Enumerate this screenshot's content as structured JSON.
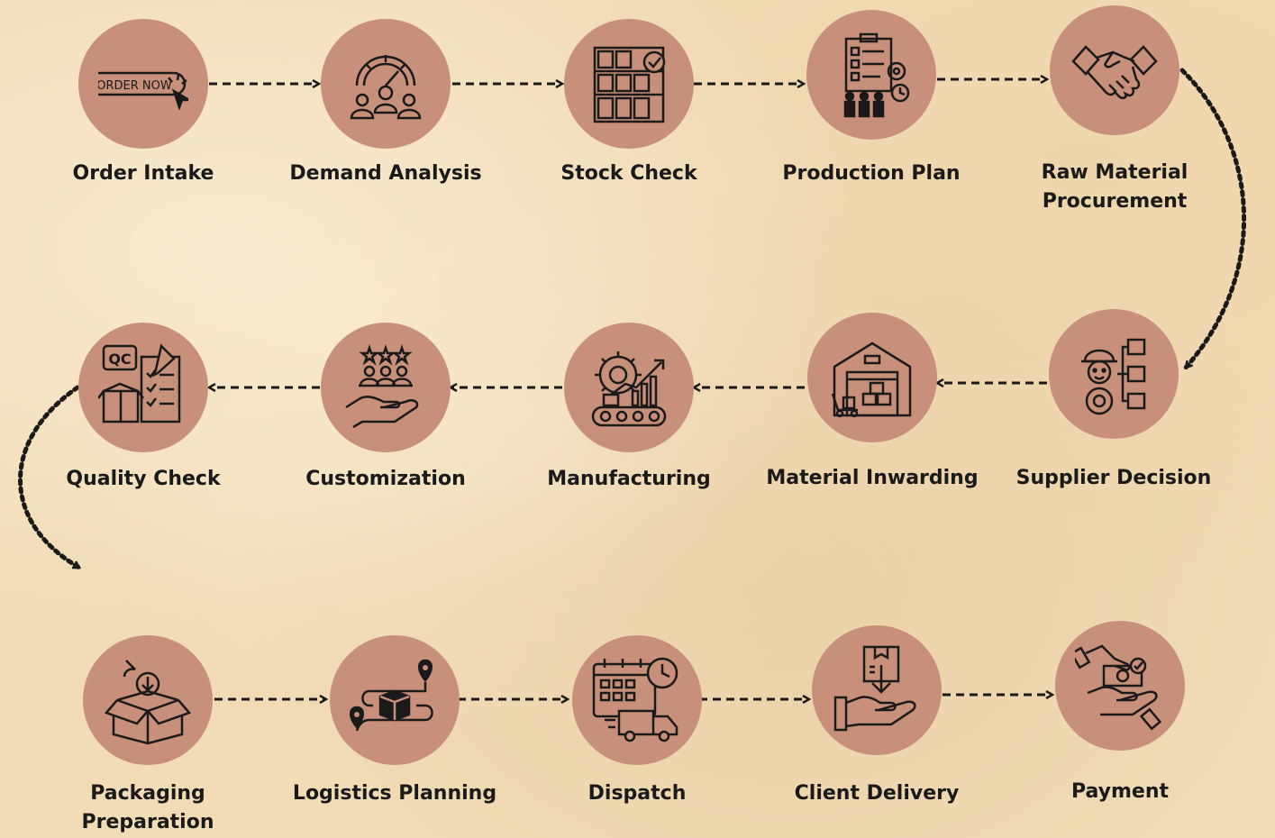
{
  "steps": [
    {
      "label": "Order Intake",
      "icon": "order-now-icon"
    },
    {
      "label": "Demand Analysis",
      "icon": "demand-analysis-icon"
    },
    {
      "label": "Stock Check",
      "icon": "warehouse-shelves-icon"
    },
    {
      "label": "Production Plan",
      "icon": "production-plan-icon"
    },
    {
      "label": "Raw Material\nProcurement",
      "icon": "handshake-icon"
    },
    {
      "label": "Supplier Decision",
      "icon": "supplier-decision-icon"
    },
    {
      "label": "Material Inwarding",
      "icon": "warehouse-inward-icon"
    },
    {
      "label": "Manufacturing",
      "icon": "conveyor-gear-icon"
    },
    {
      "label": "Customization",
      "icon": "customer-rating-icon"
    },
    {
      "label": "Quality Check",
      "icon": "qc-box-icon"
    },
    {
      "label": "Packaging\nPreparation",
      "icon": "open-box-icon"
    },
    {
      "label": "Logistics Planning",
      "icon": "route-box-icon"
    },
    {
      "label": "Dispatch",
      "icon": "calendar-truck-icon"
    },
    {
      "label": "Client Delivery",
      "icon": "hand-package-icon"
    },
    {
      "label": "Payment",
      "icon": "hand-money-icon"
    }
  ],
  "icon_text": {
    "order_now": "ORDER NOW",
    "qc": "QC"
  },
  "colors": {
    "circle": "#c88f7b",
    "ink": "#1a1a1a",
    "background": "#f1dcb6"
  }
}
